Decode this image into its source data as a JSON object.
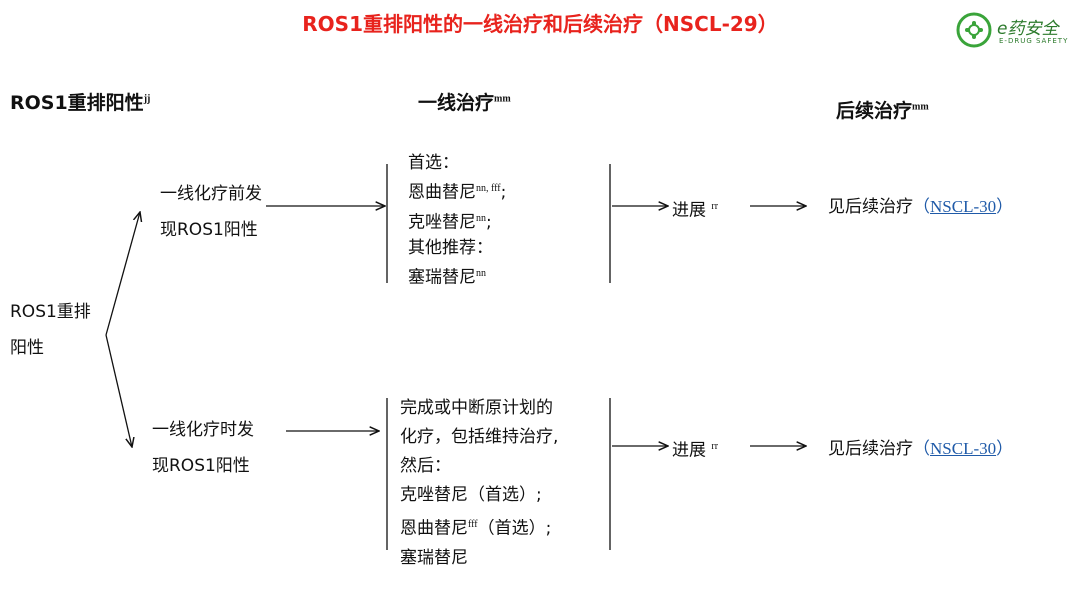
{
  "title": "ROS1重排阳性的一线治疗和后续治疗（NSCL-29）",
  "logo": {
    "text": "e药安全",
    "sub": "E-DRUG SAFETY"
  },
  "headers": {
    "col1": "ROS1重排阳性",
    "col1_sup": "jj",
    "col2": "一线治疗",
    "col2_sup": "mm",
    "col3": "后续治疗",
    "col3_sup": "mm"
  },
  "root": {
    "line1": "ROS1重排",
    "line2": "阳性"
  },
  "branch_top": {
    "label1": "一线化疗前发",
    "label2": "现ROS1阳性",
    "treatment": {
      "l1": "首选：",
      "l2": "恩曲替尼",
      "l2_sup": "nn, fff",
      "l2_end": ";",
      "l3": "克唑替尼",
      "l3_sup": "nn",
      "l3_end": ";",
      "l4": "其他推荐：",
      "l5": "塞瑞替尼",
      "l5_sup": "nn"
    },
    "progress": "进展",
    "progress_sup": "rr",
    "result": "见后续治疗",
    "link": "NSCL-30"
  },
  "branch_bottom": {
    "label1": "一线化疗时发",
    "label2": "现ROS1阳性",
    "treatment": {
      "l1": "完成或中断原计划的",
      "l2": "化疗，包括维持治疗,",
      "l3": "然后：",
      "l4": "克唑替尼（首选）;",
      "l5a": "恩曲替尼",
      "l5_sup": "fff",
      "l5b": "（首选）;",
      "l6": "塞瑞替尼"
    },
    "progress": "进展",
    "progress_sup": "rr",
    "result": "见后续治疗",
    "link": "NSCL-30"
  },
  "colors": {
    "title": "#e8231d",
    "link": "#1f5aa8",
    "logo_green": "#3aa43a"
  }
}
